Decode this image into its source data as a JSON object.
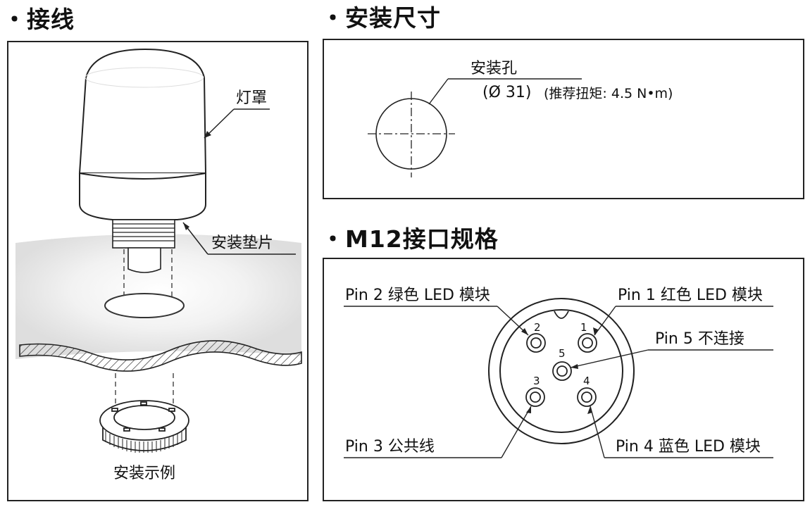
{
  "sections": {
    "wiring": {
      "title": "・接线",
      "labels": {
        "cover": "灯罩",
        "gasket": "安装垫片",
        "example": "安装示例"
      }
    },
    "mounting": {
      "title": "・安装尺寸",
      "hole_label": "安装孔",
      "hole_size": "(Ø 31)",
      "torque": "(推荐扭矩: 4.5 N•m)"
    },
    "m12": {
      "title": "・M12接口规格",
      "pins": [
        {
          "number": "1",
          "label": "Pin 1 红色 LED 模块"
        },
        {
          "number": "2",
          "label": "Pin 2 绿色 LED 模块"
        },
        {
          "number": "3",
          "label": "Pin 3 公共线"
        },
        {
          "number": "4",
          "label": "Pin 4 蓝色 LED 模块"
        },
        {
          "number": "5",
          "label": "Pin 5 不连接"
        }
      ]
    }
  }
}
